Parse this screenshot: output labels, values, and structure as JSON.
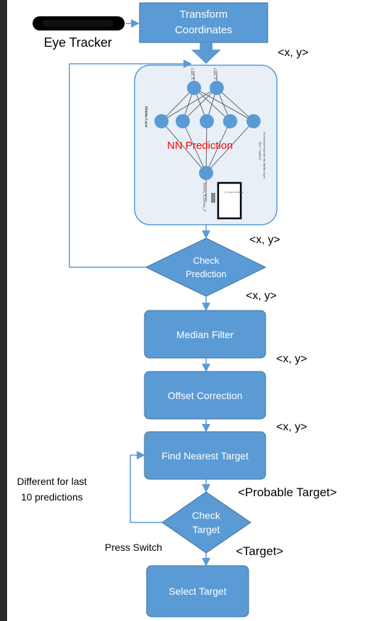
{
  "colors": {
    "box_fill": "#5b9bd5",
    "box_stroke": "#41719c",
    "arrow": "#5b9bd5",
    "panel_bg": "#e8eff7",
    "nn_text": "#ff0000",
    "page_bg": "#ffffff",
    "frame_bg": "#2b2b2b"
  },
  "diagram": {
    "eye_tracker_label": "Eye Tracker",
    "transform_box": {
      "line1": "Transform",
      "line2": "Coordinates"
    },
    "nn_panel": {
      "label": "NN Prediction",
      "input_labels": [
        "Gaze_X",
        "Gaze_Y"
      ],
      "hidden_layer_label": "Hidden Layer",
      "activation_label": "Activation Function for hidden layer",
      "activation_formula": "f(x) = sigm(x)",
      "output_label": "Screen_X,Screen_Y",
      "screen_label": "x, y screen coordinates"
    },
    "check_prediction": {
      "line1": "Check",
      "line2": "Prediction"
    },
    "median_filter": "Median Filter",
    "offset_correction": "Offset Correction",
    "find_nearest_target": "Find Nearest Target",
    "check_target": {
      "line1": "Check",
      "line2": "Target"
    },
    "select_target": "Select Target",
    "xy_labels": [
      "<x, y>",
      "<x, y>",
      "<x, y>",
      "<x, y>",
      "<x, y>"
    ],
    "probable_target": "<Probable Target>",
    "target": "<Target>",
    "different_label": {
      "line1": "Different for last",
      "line2": "10 predictions"
    },
    "press_switch": "Press Switch"
  }
}
